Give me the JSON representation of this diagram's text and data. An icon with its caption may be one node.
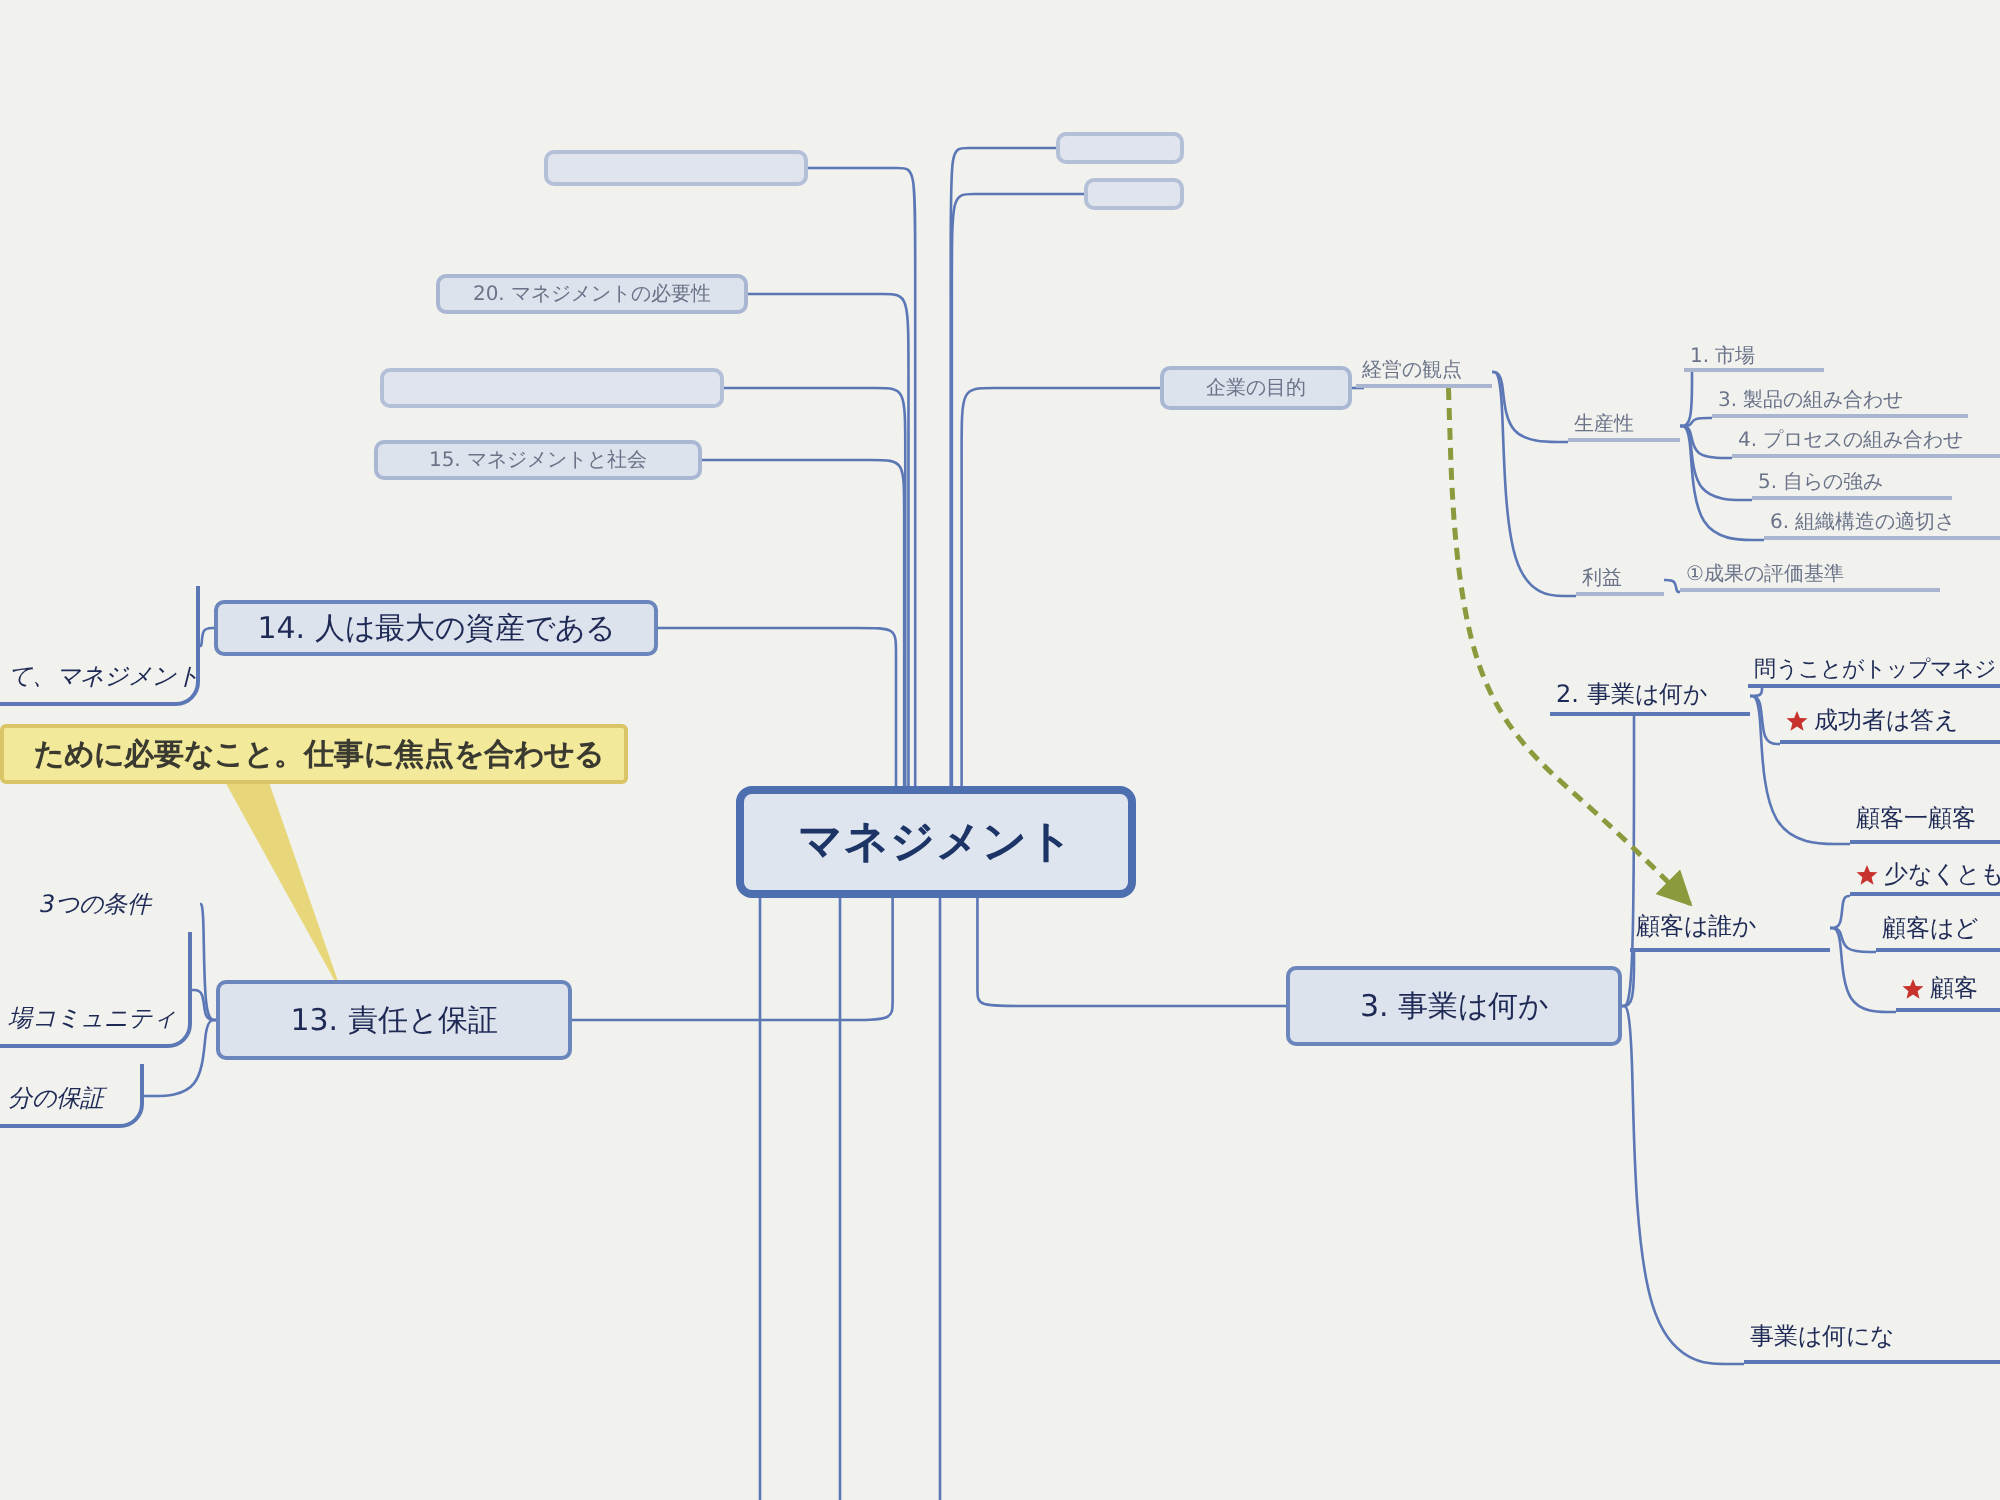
{
  "diagram": {
    "nodes": [
      {
        "text": [
          "マネジメント"
        ]
      },
      {
        "text": [
          "14. 人は最大の資産である"
        ]
      },
      {
        "text": [
          "13. 責任と保証"
        ]
      },
      {
        "text": [
          "3. 事業は何か"
        ]
      },
      {
        "text": [
          "企業の目的"
        ]
      },
      {
        "text": [
          "15. マネジメントと社会"
        ]
      },
      {
        "text": [
          "20. マネジメントの必要性"
        ]
      },
      {
        "text": [],
        "shape": "box"
      },
      {
        "text": [],
        "shape": "box"
      },
      {
        "text": [],
        "shape": "box"
      },
      {
        "text": [],
        "shape": "box"
      },
      {
        "text": [
          "ために必要なこと。仕事に焦点を合わせる"
        ]
      },
      {
        "text": [
          "て、マネジメント"
        ]
      },
      {
        "text": [
          "3つの条件"
        ]
      },
      {
        "text": [
          "場コミュニティ"
        ]
      },
      {
        "text": [
          "分の保証"
        ]
      },
      {
        "text": [
          "2. 事業は何か"
        ]
      },
      {
        "text": [
          "顧客は誰か"
        ]
      },
      {
        "text": [
          "事業は何にな"
        ]
      },
      {
        "text": [
          "問うことがトップマネジ"
        ]
      },
      {
        "text": [
          "成功者は答え"
        ]
      },
      {
        "text": [
          "顧客一顧客"
        ]
      },
      {
        "text": [
          "少なくとも"
        ]
      },
      {
        "text": [
          "顧客はど"
        ]
      },
      {
        "text": [
          "顧客"
        ]
      },
      {
        "text": [
          "経営の観点"
        ]
      },
      {
        "text": [
          "生産性"
        ]
      },
      {
        "text": [
          "利益"
        ]
      },
      {
        "text": [
          "①成果の評価基準"
        ]
      },
      {
        "text": [
          "1. 市場"
        ]
      },
      {
        "text": [
          "3. 製品の組み合わせ"
        ]
      },
      {
        "text": [
          "4. プロセスの組み合わせ"
        ]
      },
      {
        "text": [
          "5. 自らの強み"
        ]
      },
      {
        "text": [
          "6. 組織構造の適切さ"
        ]
      }
    ],
    "edges": [
      {
        "from": 0,
        "to": 1,
        "arrow": "none"
      },
      {
        "from": 0,
        "to": 2,
        "arrow": "none"
      },
      {
        "from": 0,
        "to": 3,
        "arrow": "none"
      },
      {
        "from": 0,
        "to": 4,
        "arrow": "none"
      },
      {
        "from": 0,
        "to": 5,
        "arrow": "none"
      },
      {
        "from": 0,
        "to": 6,
        "arrow": "none"
      },
      {
        "from": 0,
        "to": 7,
        "arrow": "none"
      },
      {
        "from": 0,
        "to": 8,
        "arrow": "none"
      },
      {
        "from": 0,
        "to": 9,
        "arrow": "none"
      },
      {
        "from": 0,
        "to": 10,
        "arrow": "none"
      },
      {
        "from": 0,
        "to": null,
        "arrow": "none"
      },
      {
        "from": 0,
        "to": null,
        "arrow": "none"
      },
      {
        "from": 0,
        "to": null,
        "arrow": "none"
      },
      {
        "from": 11,
        "to": 2,
        "arrow": "none",
        "color": "#e8d77a"
      },
      {
        "from": 1,
        "to": 12,
        "arrow": "none"
      },
      {
        "from": 2,
        "to": 13,
        "arrow": "none"
      },
      {
        "from": 2,
        "to": 14,
        "arrow": "none"
      },
      {
        "from": 2,
        "to": 15,
        "arrow": "none"
      },
      {
        "from": 3,
        "to": 16,
        "arrow": "none"
      },
      {
        "from": 3,
        "to": 17,
        "arrow": "none"
      },
      {
        "from": 3,
        "to": 18,
        "arrow": "none"
      },
      {
        "from": 16,
        "to": 19,
        "arrow": "none"
      },
      {
        "from": 16,
        "to": 20,
        "arrow": "none"
      },
      {
        "from": 16,
        "to": 21,
        "arrow": "none"
      },
      {
        "from": 17,
        "to": 22,
        "arrow": "none"
      },
      {
        "from": 17,
        "to": 23,
        "arrow": "none"
      },
      {
        "from": 17,
        "to": 24,
        "arrow": "none"
      },
      {
        "from": 4,
        "to": 25,
        "arrow": "none"
      },
      {
        "from": 25,
        "to": 26,
        "arrow": "none"
      },
      {
        "from": 25,
        "to": 27,
        "arrow": "none"
      },
      {
        "from": 26,
        "to": 29,
        "arrow": "none"
      },
      {
        "from": 26,
        "to": 30,
        "arrow": "none"
      },
      {
        "from": 26,
        "to": 31,
        "arrow": "none"
      },
      {
        "from": 26,
        "to": 32,
        "arrow": "none"
      },
      {
        "from": 26,
        "to": 33,
        "arrow": "none"
      },
      {
        "from": 27,
        "to": 28,
        "arrow": "none"
      },
      {
        "from": 25,
        "to": 17,
        "arrow": "to",
        "style": "dashed",
        "color": "#8a9a3c"
      }
    ]
  }
}
